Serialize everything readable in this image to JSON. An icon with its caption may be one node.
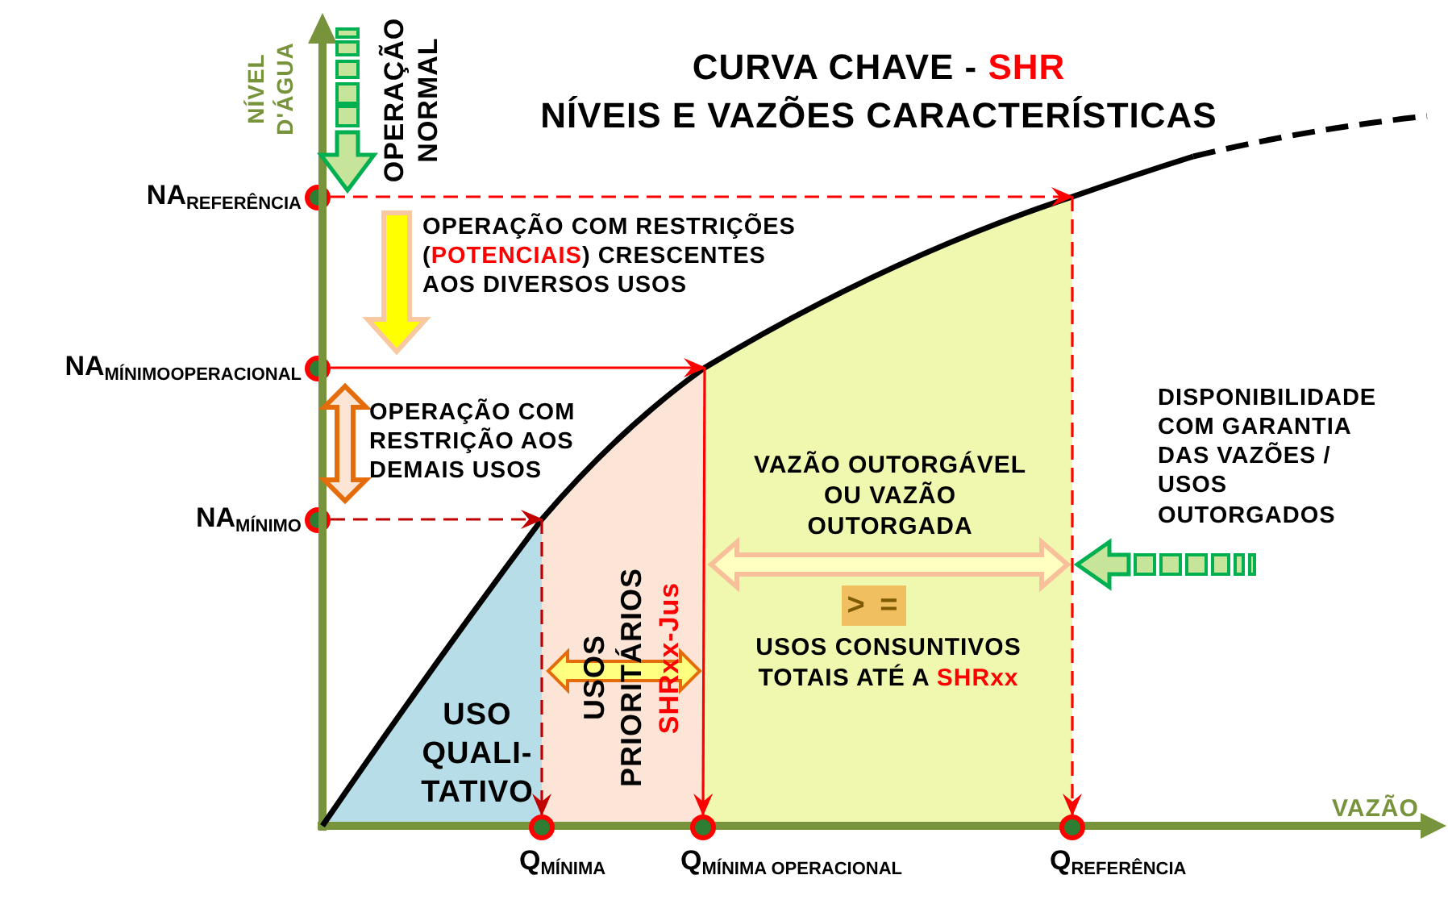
{
  "diagram": {
    "title": "CURVA CHAVE - **SHR**",
    "nodes": [
      {
        "text": [
          "NA$_{REFERÊNCIA}$"
        ]
      },
      {
        "text": [
          "NA$_{MÍNIMOOPERACIONAL}$"
        ]
      },
      {
        "text": [
          "NA$_{MÍNIMO}$"
        ]
      },
      {
        "text": [
          "USO QUALI- TATIVO"
        ]
      },
      {
        "text": [
          "USOS PRIORITÁRIOS",
          "SHRxx-Jus"
        ]
      },
      {
        "text": [
          "VAZÃO OUTORGÁVEL OU VAZÃO OUTORGADA",
          "USOS CONSUNTIVOS TOTAIS ATÉ A **SHRxx**"
        ]
      },
      {
        "text": [
          "> ="
        ],
        "in": 5
      },
      {
        "text": [
          "Q$_{MÍNIMA}$"
        ]
      },
      {
        "text": [
          "Q$_{MÍNIMA OPERACIONAL}$"
        ]
      },
      {
        "text": [
          "Q$_{REFERÊNCIA}$"
        ]
      }
    ],
    "edges": [
      {
        "from": 0,
        "to": 5,
        "arrow": "to",
        "style": "dashed"
      },
      {
        "from": 5,
        "to": 9,
        "arrow": "to",
        "style": "dashed"
      },
      {
        "from": 1,
        "to": 4,
        "arrow": "to"
      },
      {
        "from": 4,
        "to": 8,
        "arrow": "to"
      },
      {
        "from": 2,
        "to": 3,
        "arrow": "to",
        "style": "dashed",
        "color": "#c00000"
      },
      {
        "from": 3,
        "to": 7,
        "arrow": "to",
        "style": "dashed",
        "color": "#c00000"
      },
      {
        "from": 1,
        "to": 2,
        "arrow": "both",
        "style": "thick",
        "color": "#e46c0a"
      }
    ],
    "labels": [
      "NÍVEIS E VAZÕES CARACTERÍSTICAS",
      "NÍVEL D'ÁGUA",
      "OPERAÇÃO NORMAL",
      "OPERAÇÃO COM RESTRIÇÕES (**POTENCIAIS**) CRESCENTES AOS DIVERSOS USOS",
      "OPERAÇÃO COM RESTRIÇÃO AOS DEMAIS USOS",
      "VAZÃO",
      "DISPONIBILIDADE COM GARANTIA DAS VAZÕES / USOS OUTORGADOS"
    ]
  }
}
